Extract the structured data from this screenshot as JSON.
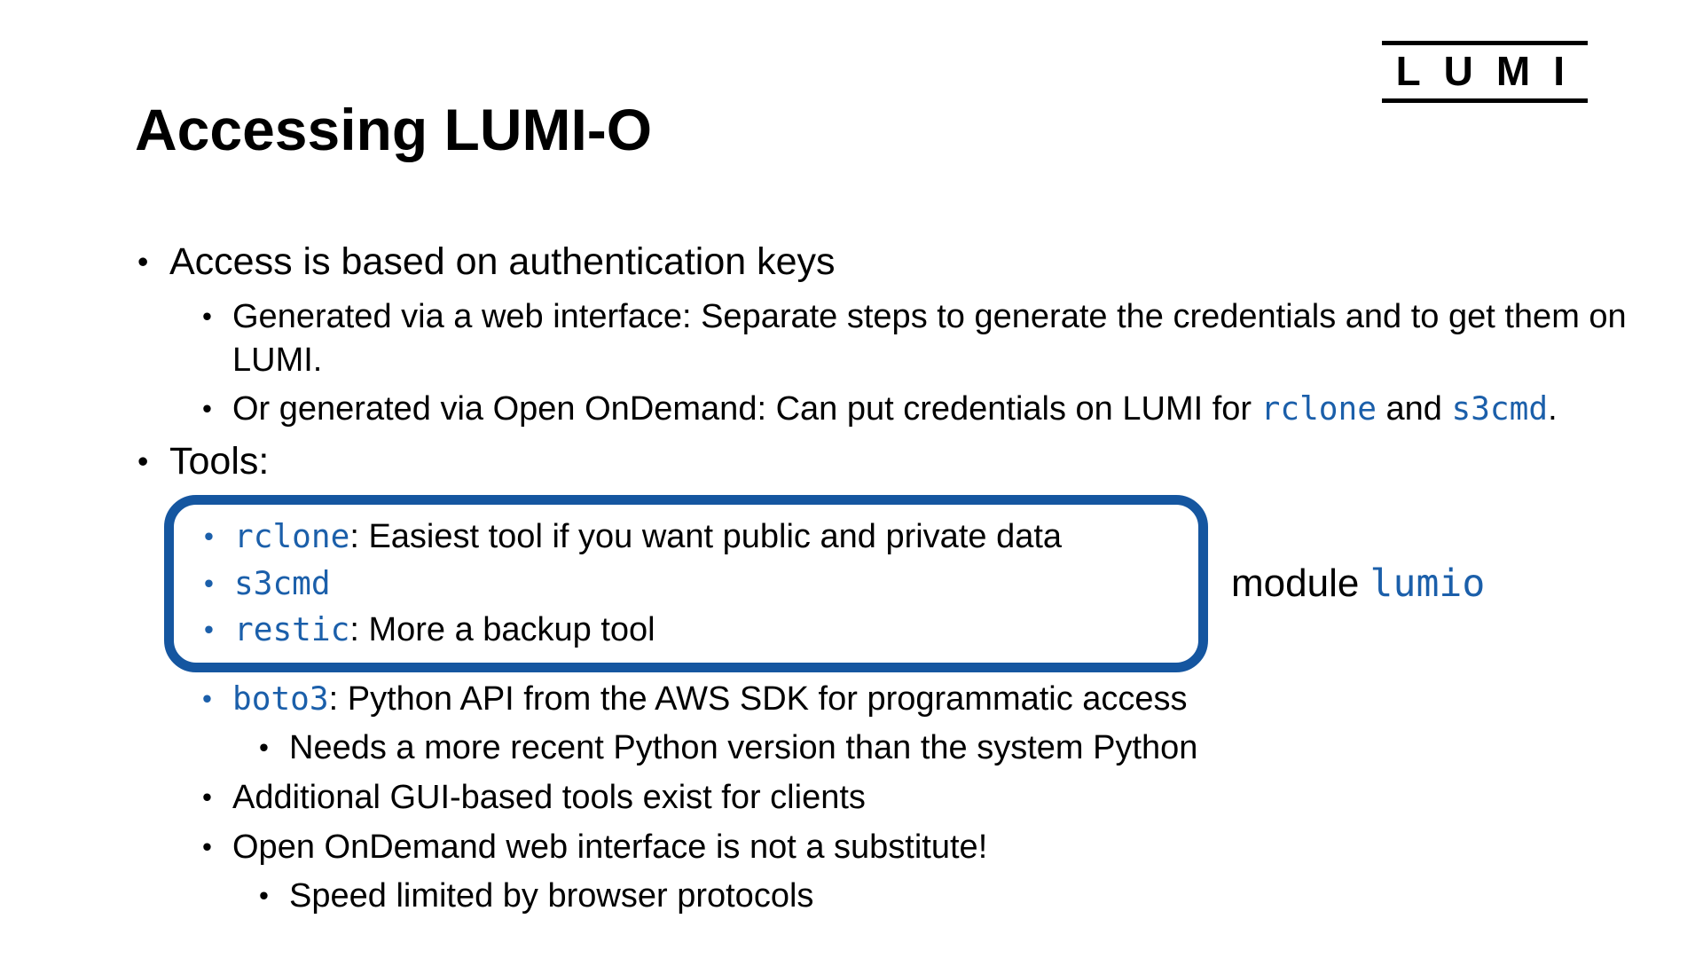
{
  "logo": {
    "text": "LUMI"
  },
  "title": "Accessing LUMI-O",
  "colors": {
    "code_text": "#1b5faa",
    "box_border": "#1556a0",
    "body_text": "#000000"
  },
  "bullet_char": "•",
  "list_top": [
    {
      "level": 1,
      "segments": [
        {
          "t": "Access is based on authentication keys"
        }
      ]
    },
    {
      "level": 2,
      "segments": [
        {
          "t": "Generated via a web interface: Separate steps to generate the credentials and to get them on LUMI."
        }
      ]
    },
    {
      "level": 2,
      "segments": [
        {
          "t": "Or generated via Open OnDemand: Can put credentials on LUMI for "
        },
        {
          "t": "rclone",
          "code": true
        },
        {
          "t": " and "
        },
        {
          "t": "s3cmd",
          "code": true
        },
        {
          "t": "."
        }
      ]
    },
    {
      "level": 1,
      "segments": [
        {
          "t": "Tools:"
        }
      ]
    }
  ],
  "boxed_list": [
    {
      "level": 2,
      "segments": [
        {
          "t": "rclone",
          "code": true
        },
        {
          "t": ": Easiest tool if you want public and private data"
        }
      ]
    },
    {
      "level": 2,
      "segments": [
        {
          "t": "s3cmd",
          "code": true
        }
      ]
    },
    {
      "level": 2,
      "segments": [
        {
          "t": "restic",
          "code": true
        },
        {
          "t": ": More a backup tool"
        }
      ]
    }
  ],
  "side_note": {
    "segments": [
      {
        "t": "module "
      },
      {
        "t": "lumio",
        "code": true
      }
    ]
  },
  "list_bottom": [
    {
      "level": 2,
      "segments": [
        {
          "t": "boto3",
          "code": true
        },
        {
          "t": ": Python API from the AWS SDK for programmatic access"
        }
      ]
    },
    {
      "level": 3,
      "segments": [
        {
          "t": "Needs a more recent Python version than the system Python"
        }
      ]
    },
    {
      "level": 2,
      "segments": [
        {
          "t": "Additional GUI-based tools exist for clients"
        }
      ]
    },
    {
      "level": 2,
      "segments": [
        {
          "t": "Open OnDemand web interface is not a substitute!"
        }
      ]
    },
    {
      "level": 3,
      "segments": [
        {
          "t": "Speed limited by browser protocols"
        }
      ]
    }
  ]
}
